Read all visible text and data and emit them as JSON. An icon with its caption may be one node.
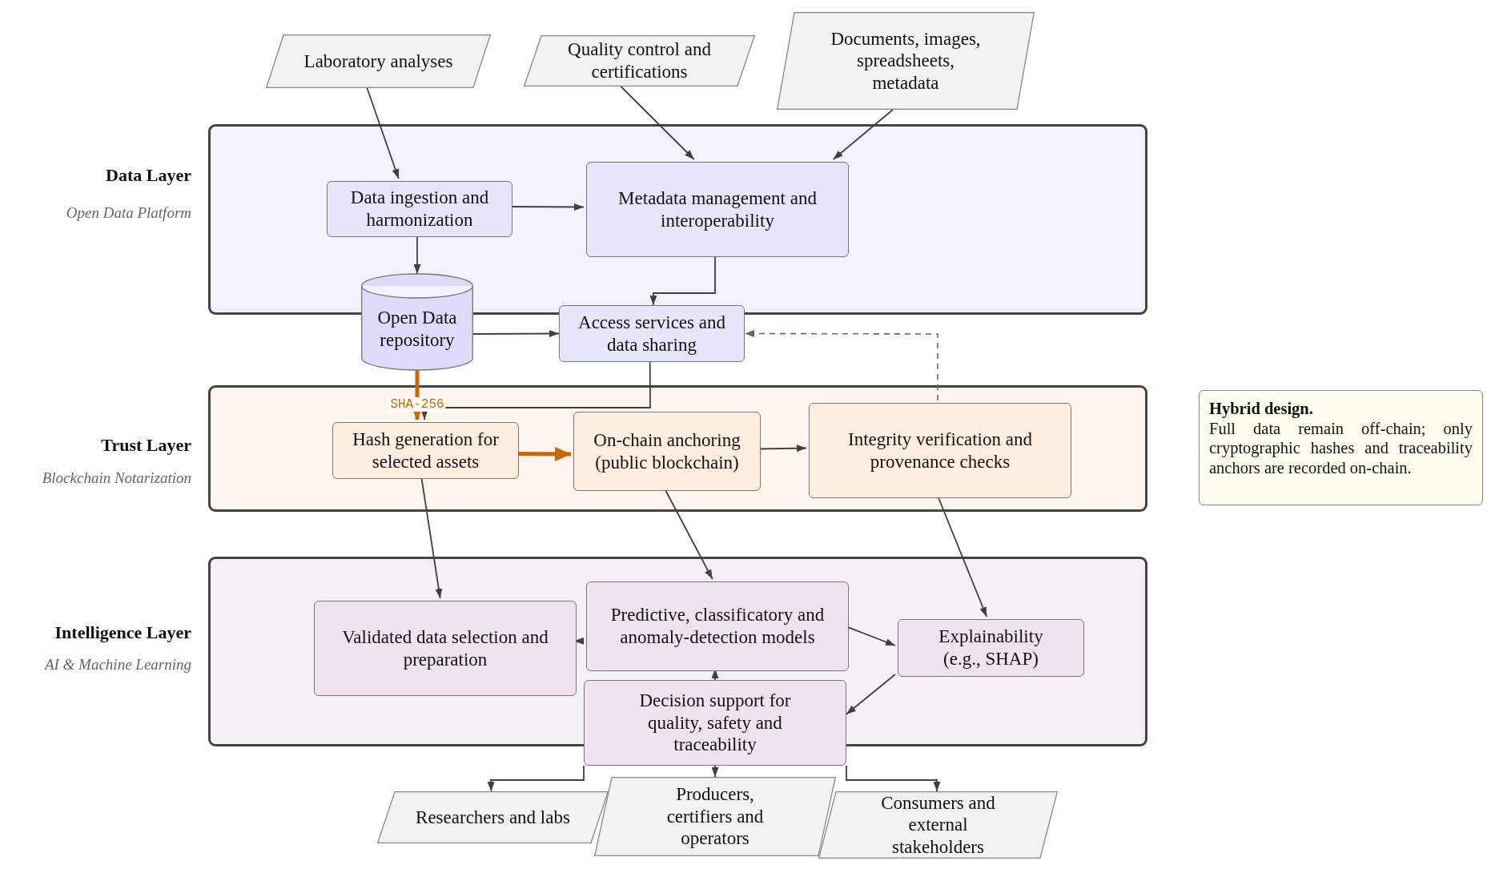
{
  "diagram": {
    "nodes": [
      {
        "text": [
          "Data Layer",
          "Open Data Platform"
        ]
      },
      {
        "text": [
          "Trust Layer",
          "Blockchain Notarization"
        ]
      },
      {
        "text": [
          "Intelligence Layer",
          "AI & Machine Learning"
        ]
      },
      {
        "text": [
          "Laboratory analyses"
        ]
      },
      {
        "text": [
          "Quality control and certifications"
        ]
      },
      {
        "text": [
          "Documents, images, spreadsheets, metadata"
        ]
      },
      {
        "text": [
          "Data ingestion and harmonization"
        ],
        "in": 0
      },
      {
        "text": [
          "Metadata management and interoperability"
        ],
        "in": 0
      },
      {
        "text": [
          "Open Data repository"
        ]
      },
      {
        "text": [
          "Access services and data sharing"
        ]
      },
      {
        "text": [
          "Hash generation for selected assets"
        ],
        "in": 1
      },
      {
        "text": [
          "On-chain anchoring (public blockchain)"
        ],
        "in": 1
      },
      {
        "text": [
          "Integrity verification and provenance checks"
        ],
        "in": 1
      },
      {
        "text": [
          "Validated data selection and preparation"
        ],
        "in": 2
      },
      {
        "text": [
          "Predictive, classificatory and anomaly-detection models"
        ],
        "in": 2
      },
      {
        "text": [
          "Decision support for quality, safety and traceability"
        ]
      },
      {
        "text": [
          "Explainability (e.g., SHAP)"
        ],
        "in": 2
      },
      {
        "text": [
          "Researchers and labs"
        ]
      },
      {
        "text": [
          "Producers, certifiers and operators"
        ]
      },
      {
        "text": [
          "Consumers and external stakeholders"
        ]
      },
      {
        "text": [
          "Hybrid design.",
          "Full data remain off-chain; only cryptographic hashes and traceability anchors are recorded on-chain."
        ]
      }
    ],
    "edges": [
      {
        "from": 3,
        "to": 6,
        "arrow": "to"
      },
      {
        "from": 4,
        "to": 7,
        "arrow": "to"
      },
      {
        "from": 5,
        "to": 7,
        "arrow": "to"
      },
      {
        "from": 6,
        "to": 7,
        "arrow": "to"
      },
      {
        "from": 6,
        "to": 8,
        "arrow": "to"
      },
      {
        "from": 7,
        "to": 9,
        "arrow": "to"
      },
      {
        "from": 8,
        "to": 9,
        "arrow": "to"
      },
      {
        "from": 9,
        "to": 10,
        "arrow": "to"
      },
      {
        "from": 8,
        "to": 10,
        "arrow": "to",
        "label": "SHA-256",
        "style": "thick",
        "color": "#cc6600"
      },
      {
        "from": 10,
        "to": 11,
        "arrow": "to",
        "style": "thick",
        "color": "#cc6600"
      },
      {
        "from": 11,
        "to": 12,
        "arrow": "to"
      },
      {
        "from": 12,
        "to": 9,
        "arrow": "to",
        "style": "dashed",
        "color": "#666666"
      },
      {
        "from": 10,
        "to": 13,
        "arrow": "to"
      },
      {
        "from": 11,
        "to": 14,
        "arrow": "to"
      },
      {
        "from": 12,
        "to": 16,
        "arrow": "to"
      },
      {
        "from": 14,
        "to": 13,
        "arrow": "to"
      },
      {
        "from": 14,
        "to": 16,
        "arrow": "to"
      },
      {
        "from": 16,
        "to": 15,
        "arrow": "to"
      },
      {
        "from": 15,
        "to": 14,
        "arrow": "to"
      },
      {
        "from": 15,
        "to": 17,
        "arrow": "to"
      },
      {
        "from": 15,
        "to": 18,
        "arrow": "to"
      },
      {
        "from": 15,
        "to": 19,
        "arrow": "to"
      }
    ]
  }
}
